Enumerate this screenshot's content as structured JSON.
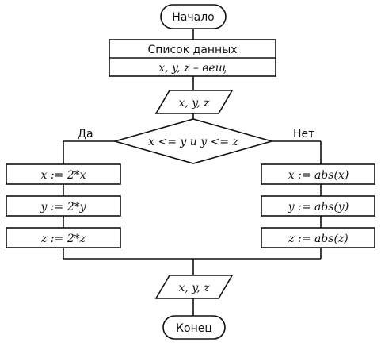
{
  "start": {
    "label": "Начало"
  },
  "data_block": {
    "title": "Список данных",
    "declaration": "x, y, z – вещ"
  },
  "input": {
    "label": "x, y, z"
  },
  "condition": {
    "label": "x <= y и y <= z"
  },
  "branch_yes": {
    "label": "Да"
  },
  "branch_no": {
    "label": "Нет"
  },
  "yes_steps": [
    "x := 2*x",
    "y := 2*y",
    "z := 2*z"
  ],
  "no_steps": [
    "x := abs(x)",
    "y := abs(y)",
    "z := abs(z)"
  ],
  "output": {
    "label": "x, y, z"
  },
  "end": {
    "label": "Конец"
  }
}
